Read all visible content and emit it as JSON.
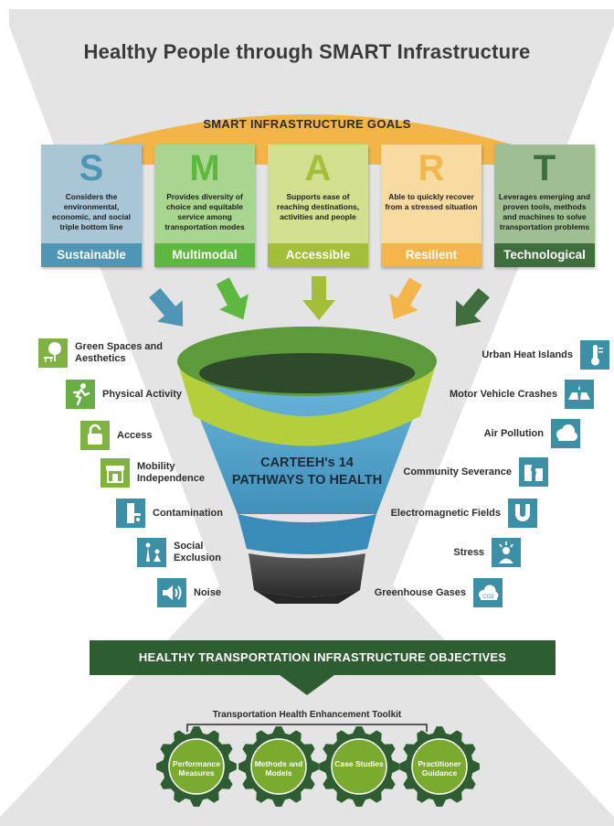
{
  "title": "Healthy People through SMART Infrastructure",
  "goals_title": "SMART INFRASTRUCTURE GOALS",
  "goals": [
    {
      "letter": "S",
      "description": "Considers the environmental, economic, and social triple bottom line",
      "word": "Sustainable",
      "color": "#4f95b5",
      "bg": "#a8c6d6"
    },
    {
      "letter": "M",
      "description": "Provides diversity of choice and equitable service among transportation modes",
      "word": "Multimodal",
      "color": "#5db83f",
      "bg": "#a9d68f"
    },
    {
      "letter": "A",
      "description": "Supports ease of reaching destinations, activities and people",
      "word": "Accessible",
      "color": "#a3bf3a",
      "bg": "#d2df8e"
    },
    {
      "letter": "R",
      "description": "Able to quickly recover from a stressed situation",
      "word": "Resilient",
      "color": "#f4b64a",
      "bg": "#f8dba0"
    },
    {
      "letter": "T",
      "description": "Leverages emerging and proven tools, methods and machines to solve transportation problems",
      "word": "Technological",
      "color": "#3e6e3c",
      "bg": "#9fbf92"
    }
  ],
  "funnel_text": "CARTEEH's 14 PATHWAYS TO HEALTH",
  "left_pathways": [
    {
      "label": "Green Spaces and Aesthetics",
      "icon": "tree-bench-icon",
      "color": "#7fb241"
    },
    {
      "label": "Physical Activity",
      "icon": "running-person-icon",
      "color": "#69ad45"
    },
    {
      "label": "Access",
      "icon": "unlocked-padlock-icon",
      "color": "#7fb241"
    },
    {
      "label": "Mobility Independence",
      "icon": "storefront-icon",
      "color": "#7fb241"
    },
    {
      "label": "Contamination",
      "icon": "contamination-icon",
      "color": "#3d8fa6"
    },
    {
      "label": "Social Exclusion",
      "icon": "isolated-person-icon",
      "color": "#3d8fa6"
    },
    {
      "label": "Noise",
      "icon": "speaker-icon",
      "color": "#3d8fa6"
    }
  ],
  "right_pathways": [
    {
      "label": "Urban Heat Islands",
      "icon": "thermometer-icon",
      "color": "#3d8fa6"
    },
    {
      "label": "Motor Vehicle Crashes",
      "icon": "car-crash-icon",
      "color": "#3d8fa6"
    },
    {
      "label": "Air Pollution",
      "icon": "smog-cloud-icon",
      "color": "#3d8fa6"
    },
    {
      "label": "Community Severance",
      "icon": "broken-community-icon",
      "color": "#3d8fa6"
    },
    {
      "label": "Electromagnetic Fields",
      "icon": "magnet-icon",
      "color": "#3d8fa6"
    },
    {
      "label": "Stress",
      "icon": "stressed-person-icon",
      "color": "#3d8fa6"
    },
    {
      "label": "Greenhouse Gases",
      "icon": "co2-cloud-icon",
      "color": "#3d8fa6"
    }
  ],
  "banner": "HEALTHY TRANSPORTATION INFRASTRUCTURE OBJECTIVES",
  "toolkit_title": "Transportation Health Enhancement Toolkit",
  "toolkit_items": [
    "Performance Measures",
    "Methods and Models",
    "Case Studies",
    "Practitioner Guidance"
  ],
  "colors": {
    "dark_green": "#2f5d32",
    "funnel_top": "#5d9a3b",
    "funnel_mid": "#b5cf3c",
    "funnel_bottom": "#5aa9cf",
    "gear": "#7aaa2e"
  }
}
